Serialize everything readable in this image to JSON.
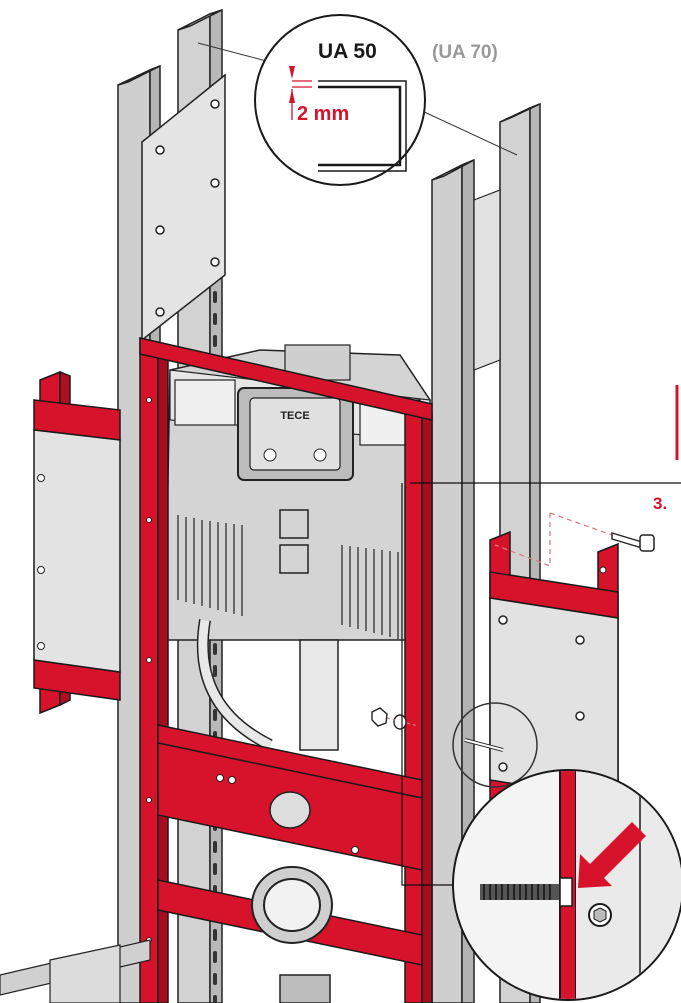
{
  "callout_top": {
    "primary_label": "UA 50",
    "secondary_label": "(UA 70)",
    "gap_label": "2 mm"
  },
  "step": {
    "number": "3."
  },
  "frame": {
    "brand": "TECE"
  },
  "colors": {
    "frame_red": "#d6132a",
    "frame_outline": "#1a1a1a",
    "profile_gray": "#c9c9c9",
    "plate_gray": "#e3e3e3",
    "cistern_gray": "#d4d4d4",
    "label_dark": "#1a1a1a",
    "label_muted": "#9a9a9a",
    "dashed_red": "#e07a86"
  },
  "icons": [
    "arrow-icon",
    "bolt-icon",
    "screw-icon",
    "magnifier-circle-icon"
  ]
}
